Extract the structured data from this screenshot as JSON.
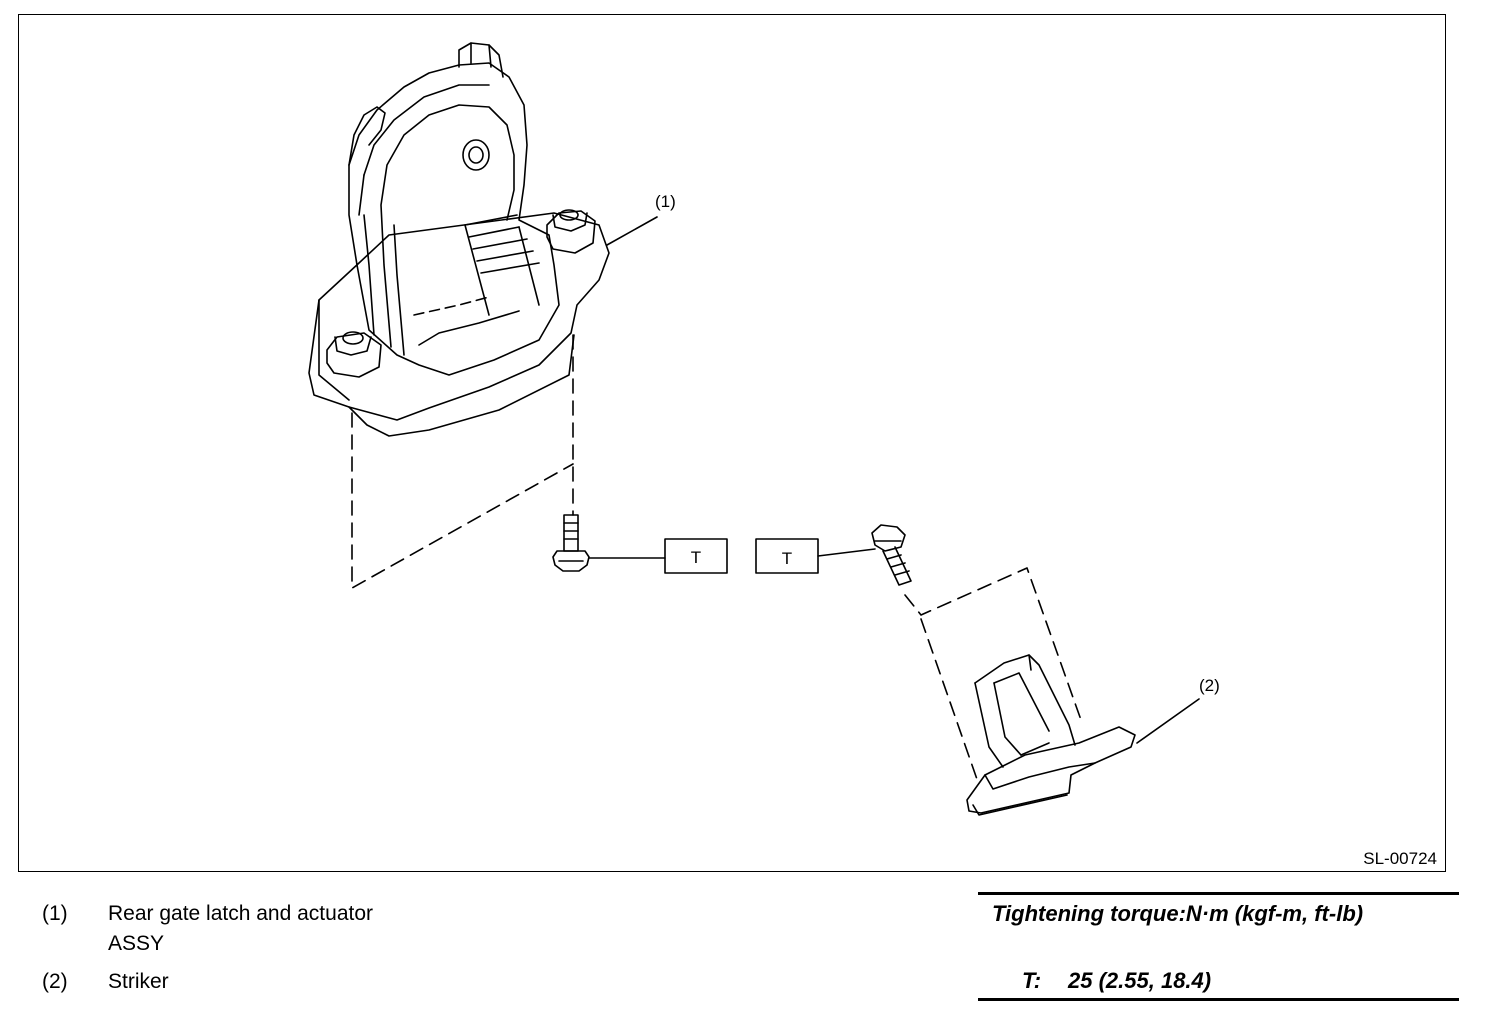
{
  "figure": {
    "code": "SL-00724",
    "callouts": [
      {
        "id": "1",
        "label": "(1)"
      },
      {
        "id": "2",
        "label": "(2)"
      }
    ],
    "torque_markers": [
      "T",
      "T"
    ]
  },
  "legend": [
    {
      "num": "(1)",
      "lines": [
        "Rear gate latch and actuator",
        "ASSY"
      ]
    },
    {
      "num": "(2)",
      "lines": [
        "Striker"
      ]
    }
  ],
  "torque_table": {
    "header": "Tightening torque:N·m (kgf-m, ft-lb)",
    "rows": [
      {
        "mark": "T:",
        "value": "25 (2.55, 18.4)"
      }
    ]
  }
}
